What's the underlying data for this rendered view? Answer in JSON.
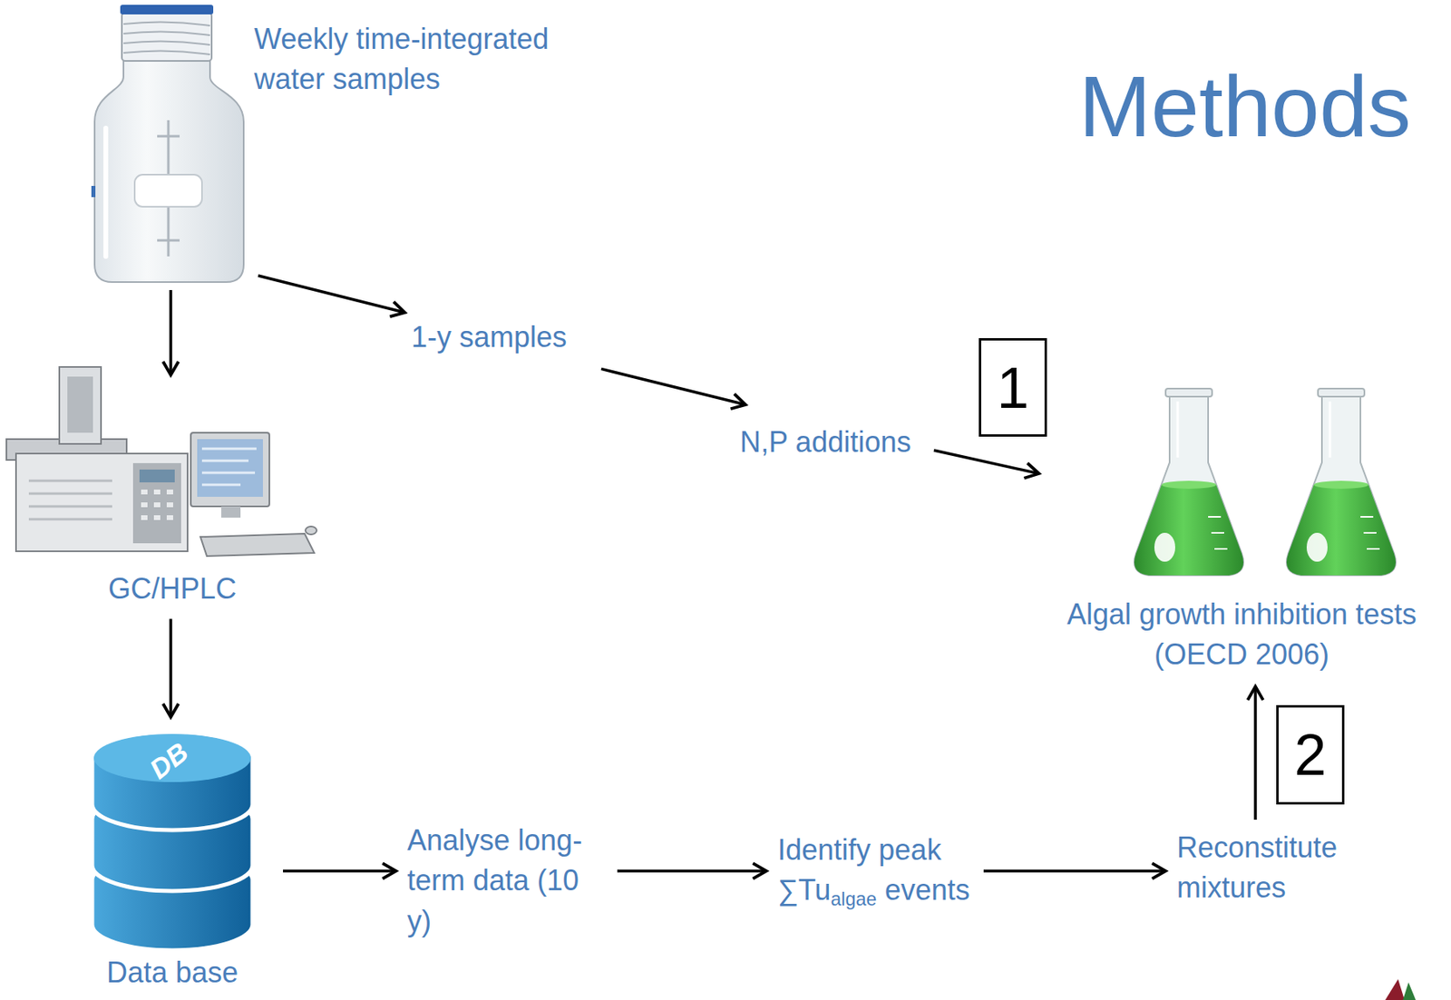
{
  "diagram": {
    "title": "Methods",
    "nodes": [
      {
        "text": [
          "Weekly time-integrated water samples"
        ]
      },
      {
        "text": [
          "GC/HPLC"
        ]
      },
      {
        "text": [
          "Data base"
        ]
      },
      {
        "text": [
          "1-y samples"
        ]
      },
      {
        "text": [
          "N,P additions"
        ]
      },
      {
        "text": [
          "Algal growth inhibition tests (OECD 2006)"
        ]
      },
      {
        "text": [
          "Analyse long-term data (10 y)"
        ]
      },
      {
        "text": [
          "Identify peak ∑Tu",
          "algae",
          "events"
        ]
      },
      {
        "text": [
          "Reconstitute mixtures"
        ]
      }
    ],
    "edges": [
      {
        "from": 0,
        "to": 1,
        "arrow": "to"
      },
      {
        "from": 0,
        "to": 3,
        "arrow": "to"
      },
      {
        "from": 3,
        "to": 4,
        "arrow": "to"
      },
      {
        "from": 4,
        "to": 5,
        "arrow": "to"
      },
      {
        "from": 1,
        "to": 2,
        "arrow": "to"
      },
      {
        "from": 2,
        "to": 6,
        "arrow": "to"
      },
      {
        "from": 6,
        "to": 7,
        "arrow": "to"
      },
      {
        "from": 7,
        "to": 8,
        "arrow": "to"
      },
      {
        "from": 8,
        "to": 5,
        "arrow": "to"
      }
    ],
    "labels": [
      "1",
      "2",
      "DB"
    ]
  }
}
